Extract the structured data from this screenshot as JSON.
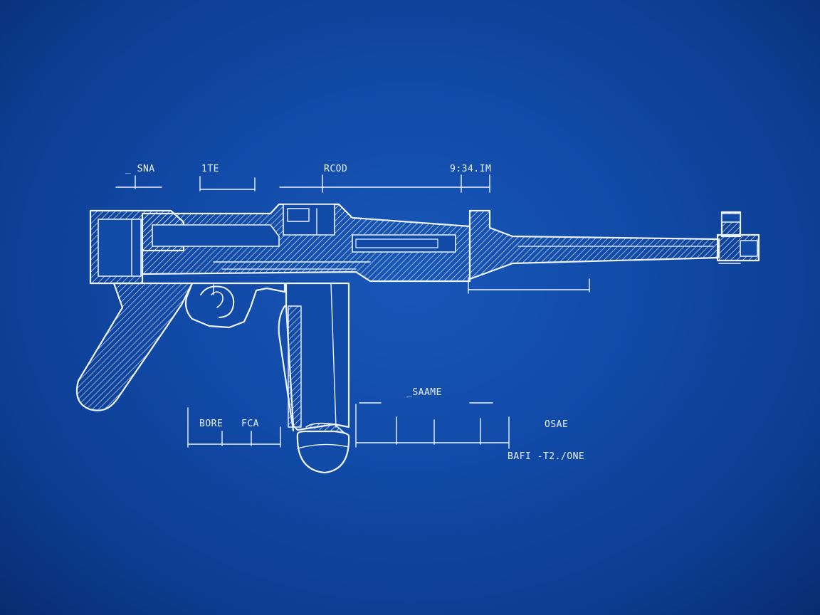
{
  "colors": {
    "background": "#114aa7",
    "line": "#eef4ff"
  },
  "labels": {
    "sna": "_ SNA",
    "ite": "1TE",
    "rcod": "RCOD",
    "time": "9:34.IM",
    "saame": "̲SAAME",
    "bore": "BORE",
    "fca": "FCA",
    "osae": "OSAE",
    "bafi": "BAFI -T2./ONE"
  }
}
